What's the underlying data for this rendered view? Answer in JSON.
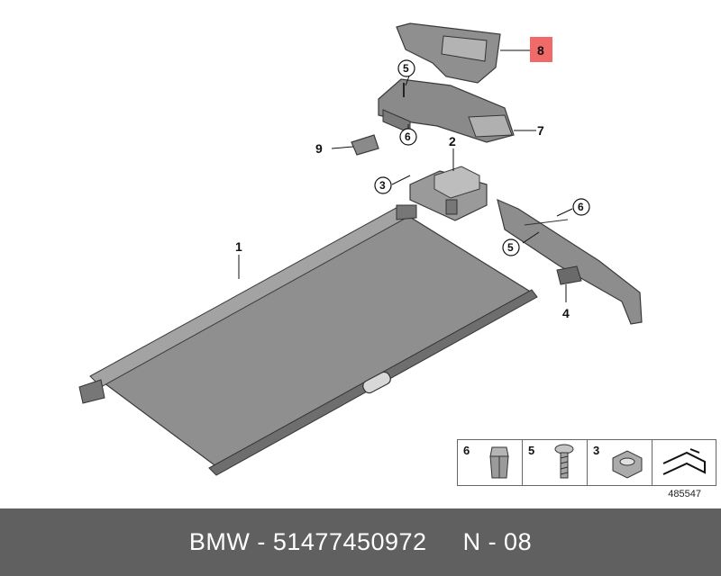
{
  "diagram": {
    "callouts": {
      "c1": "1",
      "c2": "2",
      "c3": "3",
      "c4": "4",
      "c5a": "5",
      "c5b": "5",
      "c6a": "6",
      "c6b": "6",
      "c7": "7",
      "c8": "8",
      "c9": "9"
    },
    "highlight_color": "#f06a6a",
    "part_fill": "#8c8c8c",
    "part_stroke": "#3a3a3a"
  },
  "legend": {
    "items": [
      {
        "num": "6",
        "icon": "clip-nut-icon"
      },
      {
        "num": "5",
        "icon": "screw-icon"
      },
      {
        "num": "3",
        "icon": "hex-nut-icon"
      },
      {
        "num": "",
        "icon": "seal-profile-icon"
      }
    ],
    "diagram_id": "485547"
  },
  "footer": {
    "text": "BMW - 51477450972     N - 08"
  }
}
